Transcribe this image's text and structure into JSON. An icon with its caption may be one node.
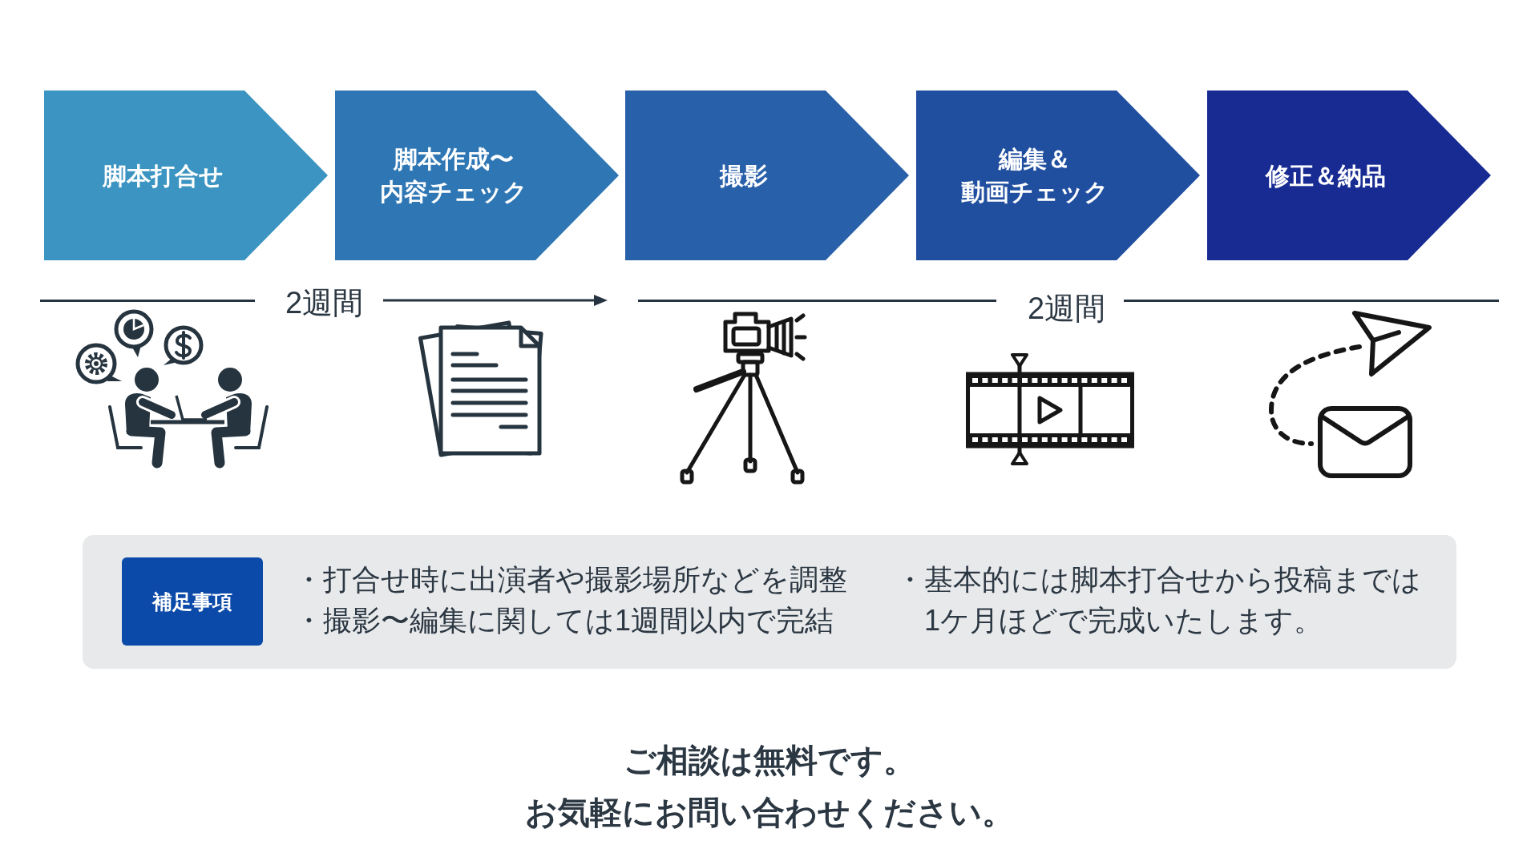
{
  "diagram": {
    "nodes": [
      {
        "text": [
          "脚本打合せ"
        ]
      },
      {
        "text": [
          "脚本作成〜内容チェック"
        ]
      },
      {
        "text": [
          "撮影"
        ]
      },
      {
        "text": [
          "編集＆動画チェック"
        ]
      },
      {
        "text": [
          "修正＆納品"
        ]
      },
      {
        "text": [
          "・打合せ時に出演者や撮影場所などを調整",
          "・撮影〜編集に関しては1週間以内で完結",
          "・基本的には脚本打合せから投稿までは1ケ月ほどで完成いたします。"
        ]
      },
      {
        "text": [
          "補足事項"
        ],
        "in": 5
      }
    ],
    "labels": [
      "2週間",
      "2週間"
    ],
    "caption": "ご相談は無料です。お気軽にお問い合わせください。"
  }
}
